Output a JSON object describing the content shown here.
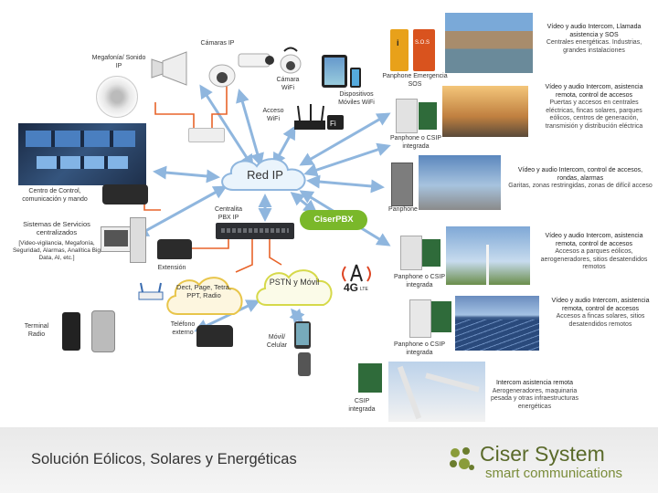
{
  "footer": {
    "title": "Solución Eólicos, Solares y Energéticas",
    "brand_name": "Ciser System",
    "brand_tagline": "smart communications",
    "brand_color": "#6b7d2e"
  },
  "clouds": {
    "red_ip": "Red IP",
    "pstn": "PSTN y Móvil",
    "dect": "Dect, Page, Tetra, PPT, Radio"
  },
  "badges": {
    "ciserpbx": "CiserPBX",
    "lte": "4G",
    "lte_suffix": "LTE"
  },
  "left_labels": {
    "megafonia": "Megafonía/ Sonido IP",
    "camaras_ip": "Cámaras IP",
    "camara_wifi": "Cámara WiFi",
    "dispositivos": "Dispositivos Móviles WiFi",
    "acceso_wifi": "Acceso WiFi",
    "centro_control": "Centro de Control, comunicación y mando",
    "sistemas": "Sistemas de Servicios centralizados",
    "sistemas_detail": "[Video-vigilancia, Megafonía, Seguridad, Alarmas, Analítica Big Data, AI, etc.]",
    "centralita": "Centralita PBX IP",
    "extension": "Extensión",
    "terminal_radio": "Terminal Radio",
    "telefono_externo": "Teléfono externo",
    "movil": "Móvil/ Celular"
  },
  "right_items": [
    {
      "device": "Panphone Emergencia SOS",
      "head": "Vídeo y audio Intercom, Llamada asistencia y SOS",
      "body": "Centrales energéticas. Industrias, grandes instalaciones"
    },
    {
      "device": "Panphone o CSIP integrada",
      "head": "Vídeo y audio Intercom, asistencia remota, control de accesos",
      "body": "Puertas y accesos en centrales eléctricas, fincas solares, parques eólicos, centros de generación, transmisión y distribución eléctrica"
    },
    {
      "device": "Panphone",
      "head": "Vídeo y audio Intercom, control de accesos, rondas, alarmas",
      "body": "Garitas, zonas restringidas, zonas de difícil acceso"
    },
    {
      "device": "Panphone o CSIP integrada",
      "head": "Vídeo y audio Intercom, asistencia remota, control de accesos",
      "body": "Accesos a parques eólicos, aerogeneradores, sitios desatendidos remotos"
    },
    {
      "device": "Panphone o CSIP integrada",
      "head": "Vídeo y audio Intercom, asistencia remota, control de accesos",
      "body": "Accesos a fincas solares, sitios desatendidos remotos"
    },
    {
      "device": "CSIP integrada",
      "head": "Intercom asistencia remota",
      "body": "Aerogeneradores, maquinaria pesada y otras infraestructuras energéticas"
    }
  ],
  "sos_labels": [
    "i",
    "S.O.S"
  ]
}
